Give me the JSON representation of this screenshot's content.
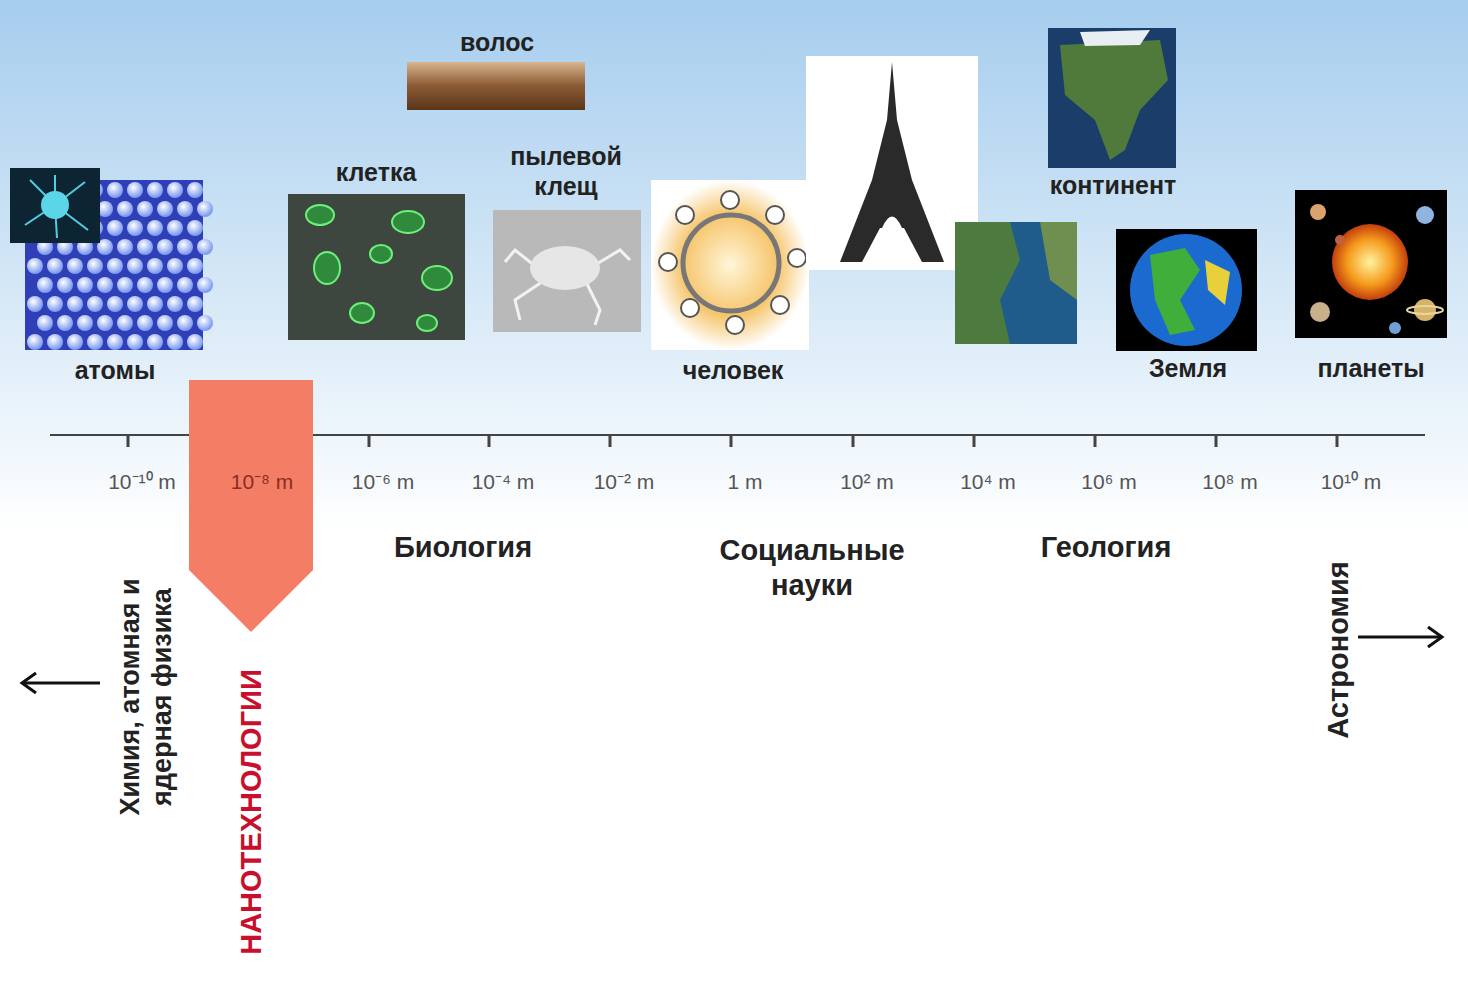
{
  "diagram": {
    "nodes": [
      {
        "text": [
          "НАНОТЕХНОЛОГИИ"
        ]
      }
    ],
    "labels": [
      "волос",
      "атомы",
      "клетка",
      "пылевой клещ",
      "человек",
      "континент",
      "Земля",
      "планеты",
      "10⁻¹⁰ m",
      "10⁻⁸ m",
      "10⁻⁶ m",
      "10⁻⁴ m",
      "10⁻² m",
      "1 m",
      "10² m",
      "10⁴ m",
      "10⁶ m",
      "10⁸ m",
      "10¹⁰ m",
      "Биология",
      "Социальные науки",
      "Геология",
      "Химия, атомная и ядерная физика",
      "Астрономия"
    ]
  }
}
